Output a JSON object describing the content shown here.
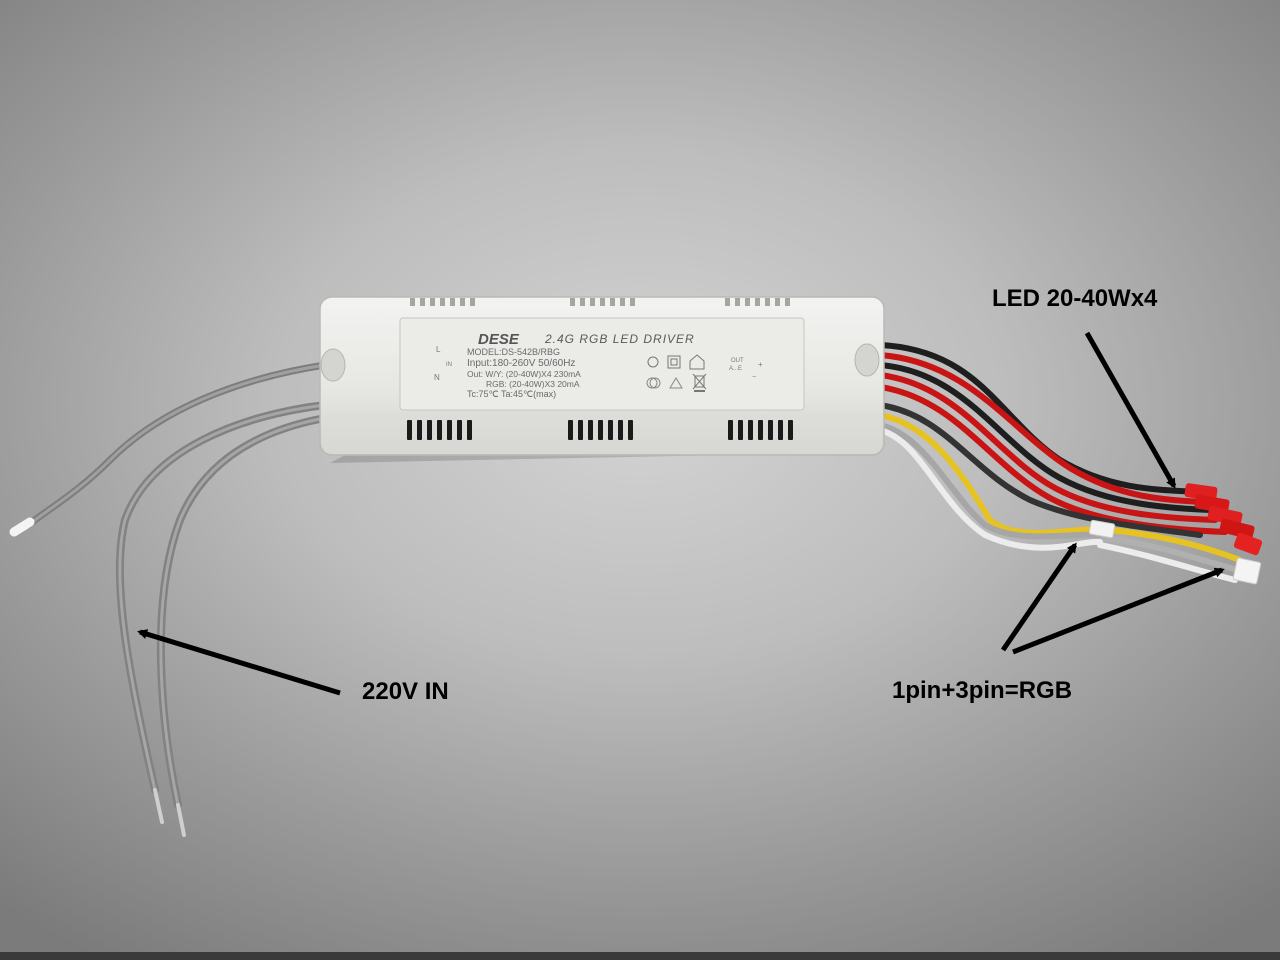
{
  "photo": {
    "background": "#bdbdbd",
    "device": {
      "brand": "DESE",
      "title": "2.4G RGB LED DRIVER",
      "model_line": "MODEL:DS-542B/RBG",
      "input_line": "Input:180-260V  50/60Hz",
      "out_wy_line": "Out: W/Y:  (20-40W)X4   230mA",
      "out_rgb_line": "RGB:  (20-40W)X3   20mA",
      "temp_line": "Tc:75℃   Ta:45℃(max)",
      "in_terminal_l": "L",
      "in_terminal_label": "IN",
      "in_terminal_n": "N",
      "out_terminal_label": "OUT",
      "out_terminal_ae": "A...E",
      "out_plus": "+",
      "out_minus": "−",
      "icons": [
        "led-icon",
        "class-ii-icon",
        "indoor-house-icon",
        "safety-transformer-icon",
        "recycle-icon",
        "weee-bin-icon"
      ]
    },
    "wire_colors": {
      "ac_gray": "#8c8c8c",
      "red": "#c81414",
      "black": "#1e1e1e",
      "yellow": "#e6c320",
      "white": "#ececec",
      "gray": "#a6a6a6"
    }
  },
  "annotations": {
    "led_output": "LED 20-40Wx4",
    "ac_input": "220V IN",
    "rgb_connector": "1pin+3pin=RGB"
  }
}
